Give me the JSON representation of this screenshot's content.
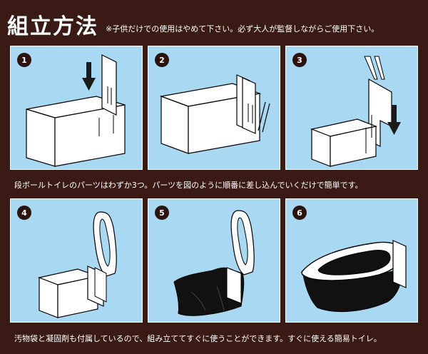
{
  "header": {
    "title": "組立方法",
    "note": "※子供だけでの使用はやめて下さい。必ず大人が監督しながらご使用下さい。"
  },
  "steps": [
    {
      "number": "1"
    },
    {
      "number": "2"
    },
    {
      "number": "3"
    },
    {
      "number": "4"
    },
    {
      "number": "5"
    },
    {
      "number": "6"
    }
  ],
  "captions": {
    "top": "段ボールトイレのパーツはわずか3つ。パーツを図のように順番に差し込んでいくだけで簡単です。",
    "bottom": "汚物袋と凝固剤も付属しているので、組み立ててすぐに使うことができます。すぐに使える簡易トイレ。"
  },
  "colors": {
    "background": "#3a1a14",
    "panel": "#a9d8f2",
    "bag": "#111111"
  }
}
